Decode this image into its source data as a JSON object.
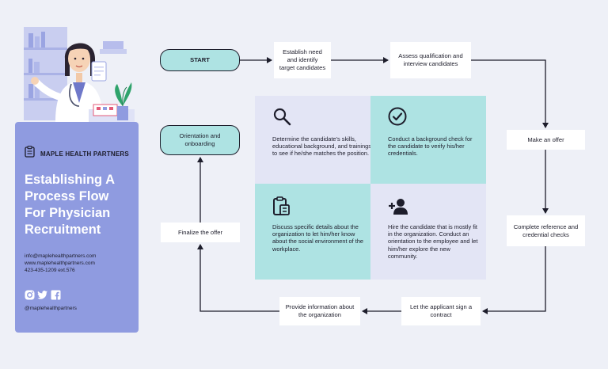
{
  "brand": {
    "name": "MAPLE HEALTH PARTNERS"
  },
  "sidebar": {
    "title_lines": [
      "Establishing A",
      "Process Flow",
      "For Physician",
      "Recruitment"
    ],
    "email": "info@maplehealthpartners.com",
    "website": "www.maplehealthpartners.com",
    "phone": "423-435-1209 ext.576",
    "handle": "@maplehealthpartners"
  },
  "flow": {
    "start": "START",
    "step1": "Establish need and identify target candidates",
    "step2": "Assess qualification and interview candidates",
    "step3": "Make an offer",
    "step4": "Complete reference and credential checks",
    "step5": "Let the applicant sign a contract",
    "step6": "Provide information about the organization",
    "step7": "Finalize the offer",
    "end": "Orientation and onboarding"
  },
  "grid": {
    "cell1": "Determine the candidate’s skills, educational background, and trainings to see if he/she matches the position.",
    "cell2": "Conduct a background check for the candidate to verify his/her credentials.",
    "cell3": "Discuss specific details about the organization to let him/her know about the social environment of the workplace.",
    "cell4": "Hire the candidate that is mostly fit in the organization. Conduct an orientation to the employee and let him/her explore the new community."
  },
  "icons": {
    "cell1": "search-icon",
    "cell2": "check-circle-icon",
    "cell3": "clipboard-icon",
    "cell4": "add-user-icon",
    "brand": "clipboard-logo-icon",
    "social": [
      "instagram-icon",
      "twitter-icon",
      "facebook-icon"
    ]
  },
  "colors": {
    "sidebar": "#8f9be0",
    "lavender": "#e3e5f5",
    "teal": "#aee3e3",
    "background": "#eef0f7"
  }
}
